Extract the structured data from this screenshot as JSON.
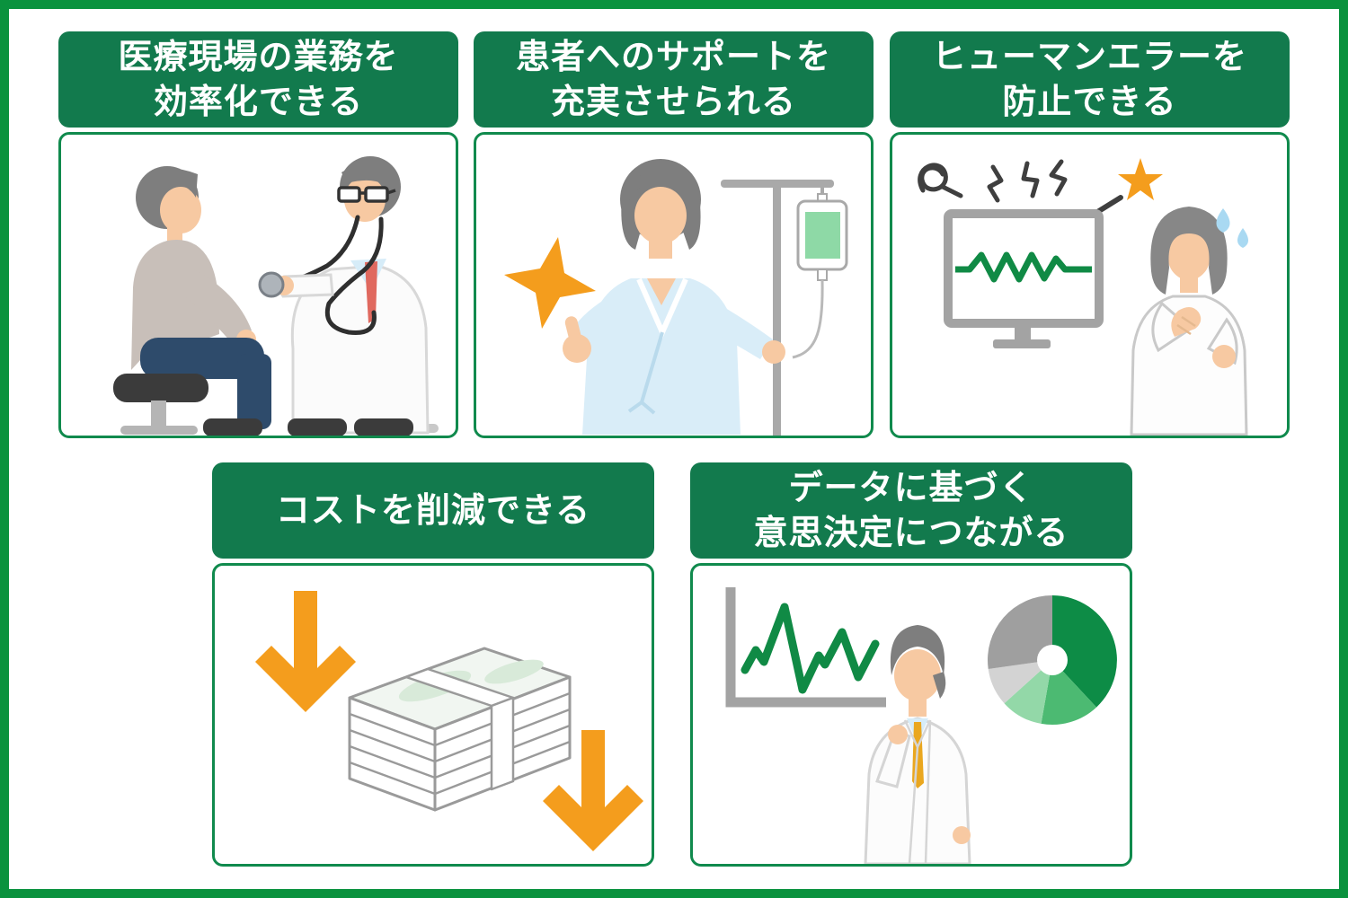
{
  "palette": {
    "frame_green": "#0A923E",
    "header_green": "#127A4D",
    "card_border_green": "#108A4D",
    "accent_orange": "#F49D1D",
    "illustration_green": "#108A45",
    "pie_dark_green": "#0D8C46",
    "pie_mid_green": "#4CBA72",
    "pie_light_green": "#93D8A8",
    "pie_light_gray": "#D3D3D3",
    "pie_gray": "#9F9F9F"
  },
  "cards": [
    {
      "id": "efficiency",
      "title_lines": [
        "医療現場の業務を",
        "効率化できる"
      ],
      "illustration": "doctor-examining-patient-with-stethoscope"
    },
    {
      "id": "support",
      "title_lines": [
        "患者へのサポートを",
        "充実させられる"
      ],
      "illustration": "patient-thumbs-up-with-iv-drip"
    },
    {
      "id": "error",
      "title_lines": [
        "ヒューマンエラーを",
        "防止できる"
      ],
      "illustration": "monitor-error-and-worried-nurse"
    },
    {
      "id": "cost",
      "title_lines": [
        "コストを削減できる"
      ],
      "illustration": "down-arrows-and-money-stack"
    },
    {
      "id": "data",
      "title_lines": [
        "データに基づく",
        "意思決定につながる"
      ],
      "illustration": "line-chart-pie-chart-and-doctor"
    }
  ]
}
